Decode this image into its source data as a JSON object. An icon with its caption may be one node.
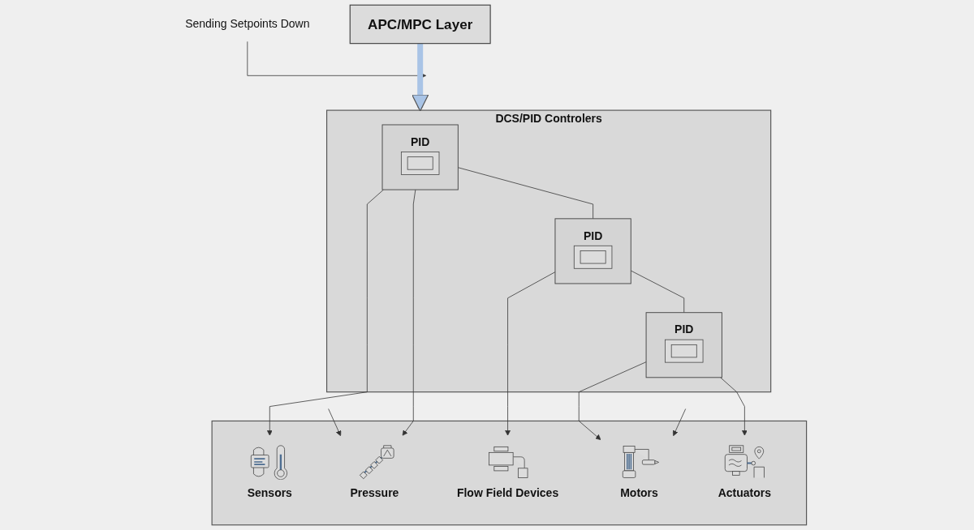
{
  "diagram": {
    "nodes": [
      {
        "text": [
          "APC/MPC Layer"
        ]
      },
      {
        "text": [
          "Sending Setpoints Down"
        ]
      },
      {
        "text": [
          "DCS/PID Controlers"
        ]
      },
      {
        "text": [
          "PID"
        ],
        "in": 2
      },
      {
        "text": [
          "PID"
        ],
        "in": 2
      },
      {
        "text": [
          "PID"
        ],
        "in": 2
      },
      {
        "text": [],
        "shape": "box"
      },
      {
        "text": [
          "Sensors"
        ],
        "in": 6
      },
      {
        "text": [
          "Pressure"
        ],
        "in": 6
      },
      {
        "text": [
          "Flow Field Devices"
        ],
        "in": 6
      },
      {
        "text": [
          "Motors"
        ],
        "in": 6
      },
      {
        "text": [
          "Actuators"
        ],
        "in": 6
      }
    ],
    "edges": [
      {
        "from": 0,
        "to": 2,
        "arrow": "to",
        "style": "thick",
        "color": "#a9c4e6"
      },
      {
        "from": 1,
        "to": null,
        "arrow": "to"
      },
      {
        "from": 3,
        "to": 4,
        "arrow": "none"
      },
      {
        "from": 4,
        "to": 5,
        "arrow": "none"
      },
      {
        "from": 3,
        "to": 7,
        "arrow": "to"
      },
      {
        "from": 3,
        "to": 8,
        "arrow": "to"
      },
      {
        "from": null,
        "to": 8,
        "arrow": "to"
      },
      {
        "from": 4,
        "to": 9,
        "arrow": "to"
      },
      {
        "from": null,
        "to": 10,
        "arrow": "to"
      },
      {
        "from": 5,
        "to": 10,
        "arrow": "to"
      },
      {
        "from": 5,
        "to": 11,
        "arrow": "to"
      }
    ]
  }
}
